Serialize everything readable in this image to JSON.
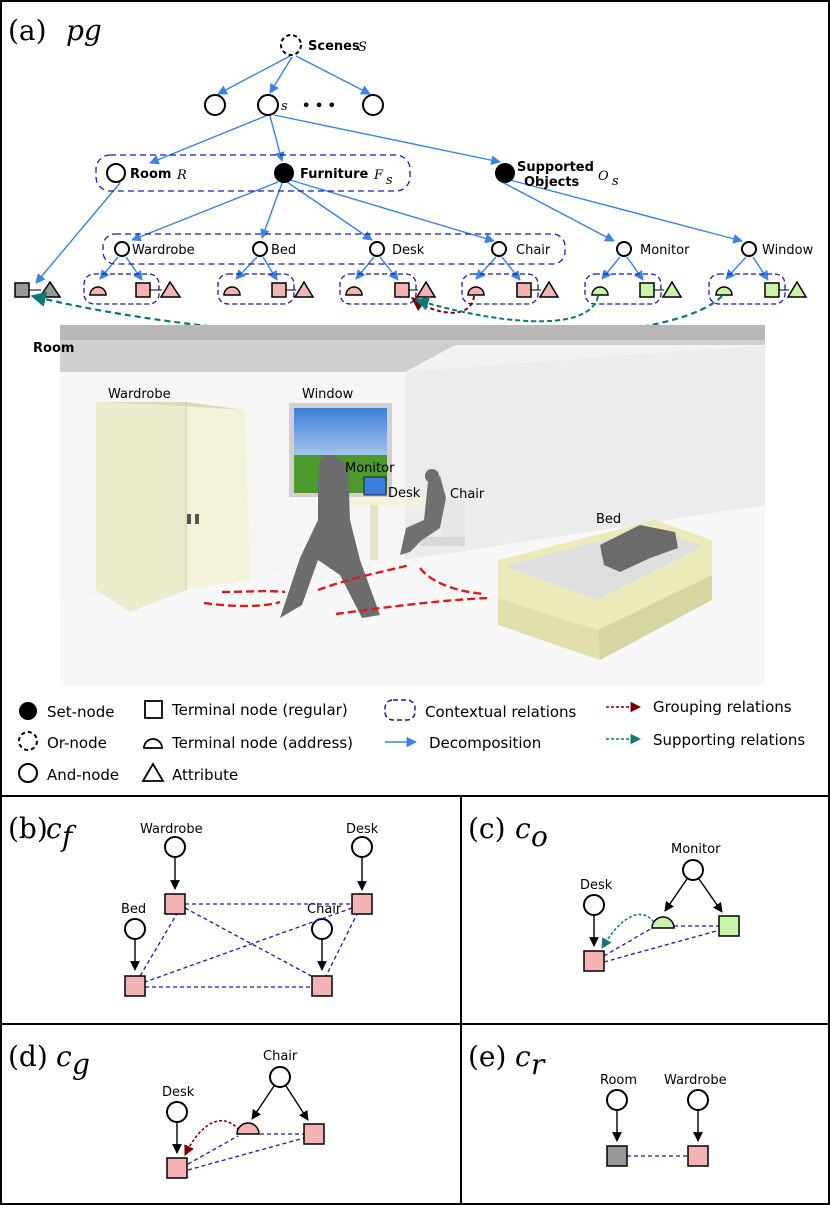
{
  "colors": {
    "blue_edge": "#3b82e6",
    "context_dash": "#1a1ab0",
    "grouping": "#7a0000",
    "supporting": "#0a7a73",
    "furniture_terminal": "#f4b3b3",
    "object_terminal": "#c8f5a8",
    "room_terminal": "#999999",
    "path_red": "#e01b1b"
  },
  "panel_a": {
    "tag": "(a)",
    "title": "pg",
    "scenes_label": "Scenes",
    "scenes_symbol": "S",
    "s_label": "s",
    "dots": "• • •",
    "room_label": "Room",
    "room_symbol": "R",
    "furniture_label": "Furniture",
    "furniture_symbol": "F",
    "furniture_sub": "s",
    "supported_label_1": "Supported",
    "supported_label_2": "Objects",
    "supported_symbol": "O",
    "supported_sub": "s",
    "furniture_items": [
      "Wardrobe",
      "Bed",
      "Desk",
      "Chair"
    ],
    "object_items": [
      "Monitor",
      "Window"
    ],
    "scene": {
      "room": "Room",
      "wardrobe": "Wardrobe",
      "window": "Window",
      "monitor": "Monitor",
      "desk": "Desk",
      "chair": "Chair",
      "bed": "Bed"
    }
  },
  "legend": {
    "set_node": "Set-node",
    "or_node": "Or-node",
    "and_node": "And-node",
    "terminal_regular": "Terminal node (regular)",
    "terminal_address": "Terminal node (address)",
    "attribute": "Attribute",
    "contextual": "Contextual relations",
    "decomposition": "Decomposition",
    "grouping": "Grouping relations",
    "supporting": "Supporting relations"
  },
  "panel_b": {
    "tag": "(b)",
    "symbol": "c",
    "sub": "f",
    "labels": [
      "Wardrobe",
      "Desk",
      "Bed",
      "Chair"
    ]
  },
  "panel_c": {
    "tag": "(c)",
    "symbol": "c",
    "sub": "o",
    "labels": [
      "Monitor",
      "Desk"
    ]
  },
  "panel_d": {
    "tag": "(d)",
    "symbol": "c",
    "sub": "g",
    "labels": [
      "Chair",
      "Desk"
    ]
  },
  "panel_e": {
    "tag": "(e)",
    "symbol": "c",
    "sub": "r",
    "labels": [
      "Room",
      "Wardrobe"
    ]
  }
}
